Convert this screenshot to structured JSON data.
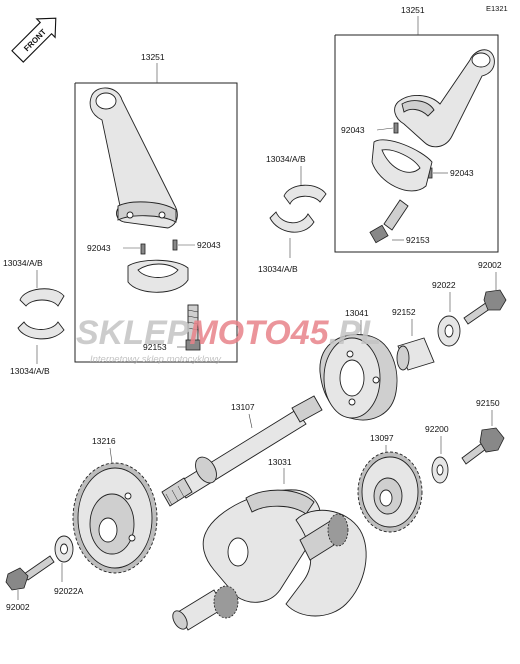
{
  "diagram_ref": "E1321",
  "orientation_badge": "FRONT",
  "watermark": {
    "brand_part1": "SKLEP",
    "brand_part2": "MOTO",
    "brand_part3": "45",
    "brand_part4": ".PL",
    "tagline": "Internetowy sklep motocyklowy",
    "color_gray": "#c4c4c4",
    "color_red": "#e8838a"
  },
  "labels": {
    "conrod_assy_left": "13251",
    "conrod_assy_right": "13251",
    "bearing_left_top": "13034/A/B",
    "bearing_left_bottom": "13034/A/B",
    "bearing_mid_top": "13034/A/B",
    "bearing_mid_bottom": "13034/A/B",
    "pin_left_a": "92043",
    "pin_left_b": "92043",
    "pin_right_a": "92043",
    "pin_right_b": "92043",
    "bolt_left": "92153",
    "bolt_right": "92153",
    "bolt_top_right": "92002",
    "washer_top": "92022",
    "collar": "92152",
    "gear_clutch": "13041",
    "shaft": "13107",
    "gear_left": "13216",
    "crankshaft": "13031",
    "gear_right": "13097",
    "washer_right": "92200",
    "bolt_right_mid": "92150",
    "bolt_bottom_left": "92002",
    "washer_bottom_left": "92022A"
  }
}
